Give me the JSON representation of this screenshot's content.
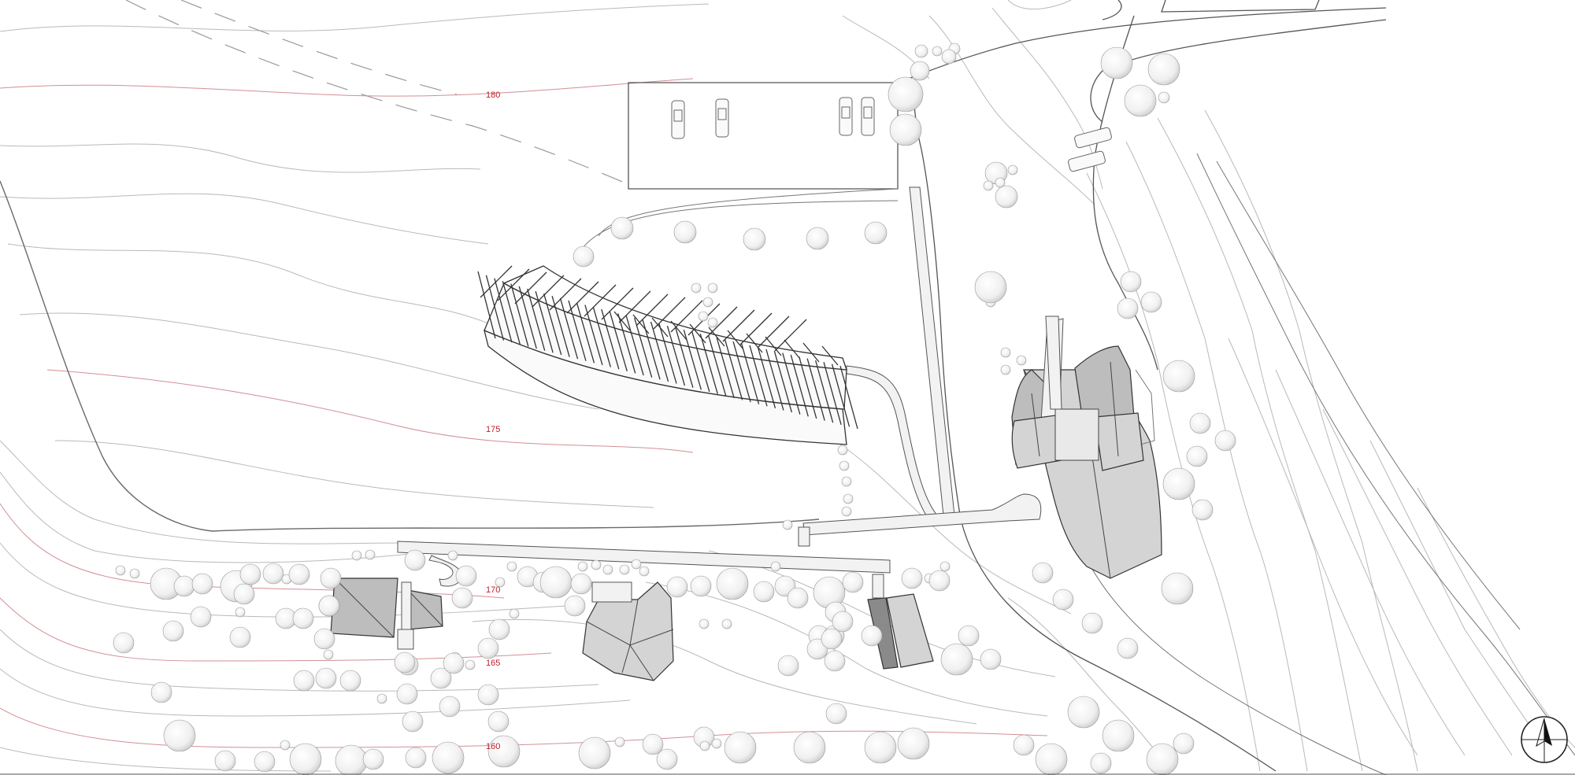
{
  "contour_labels": {
    "c180": "180",
    "c175": "175",
    "c170": "170",
    "c165": "165",
    "c160": "160"
  },
  "colors": {
    "contour": "#b9b9b9",
    "major_contour": "#d28f96",
    "elevation_label": "#c0202a",
    "roof_light": "#d4d4d4",
    "roof_dark": "#8a8a8a"
  },
  "north_arrow": {
    "icon": "north-arrow-icon"
  }
}
